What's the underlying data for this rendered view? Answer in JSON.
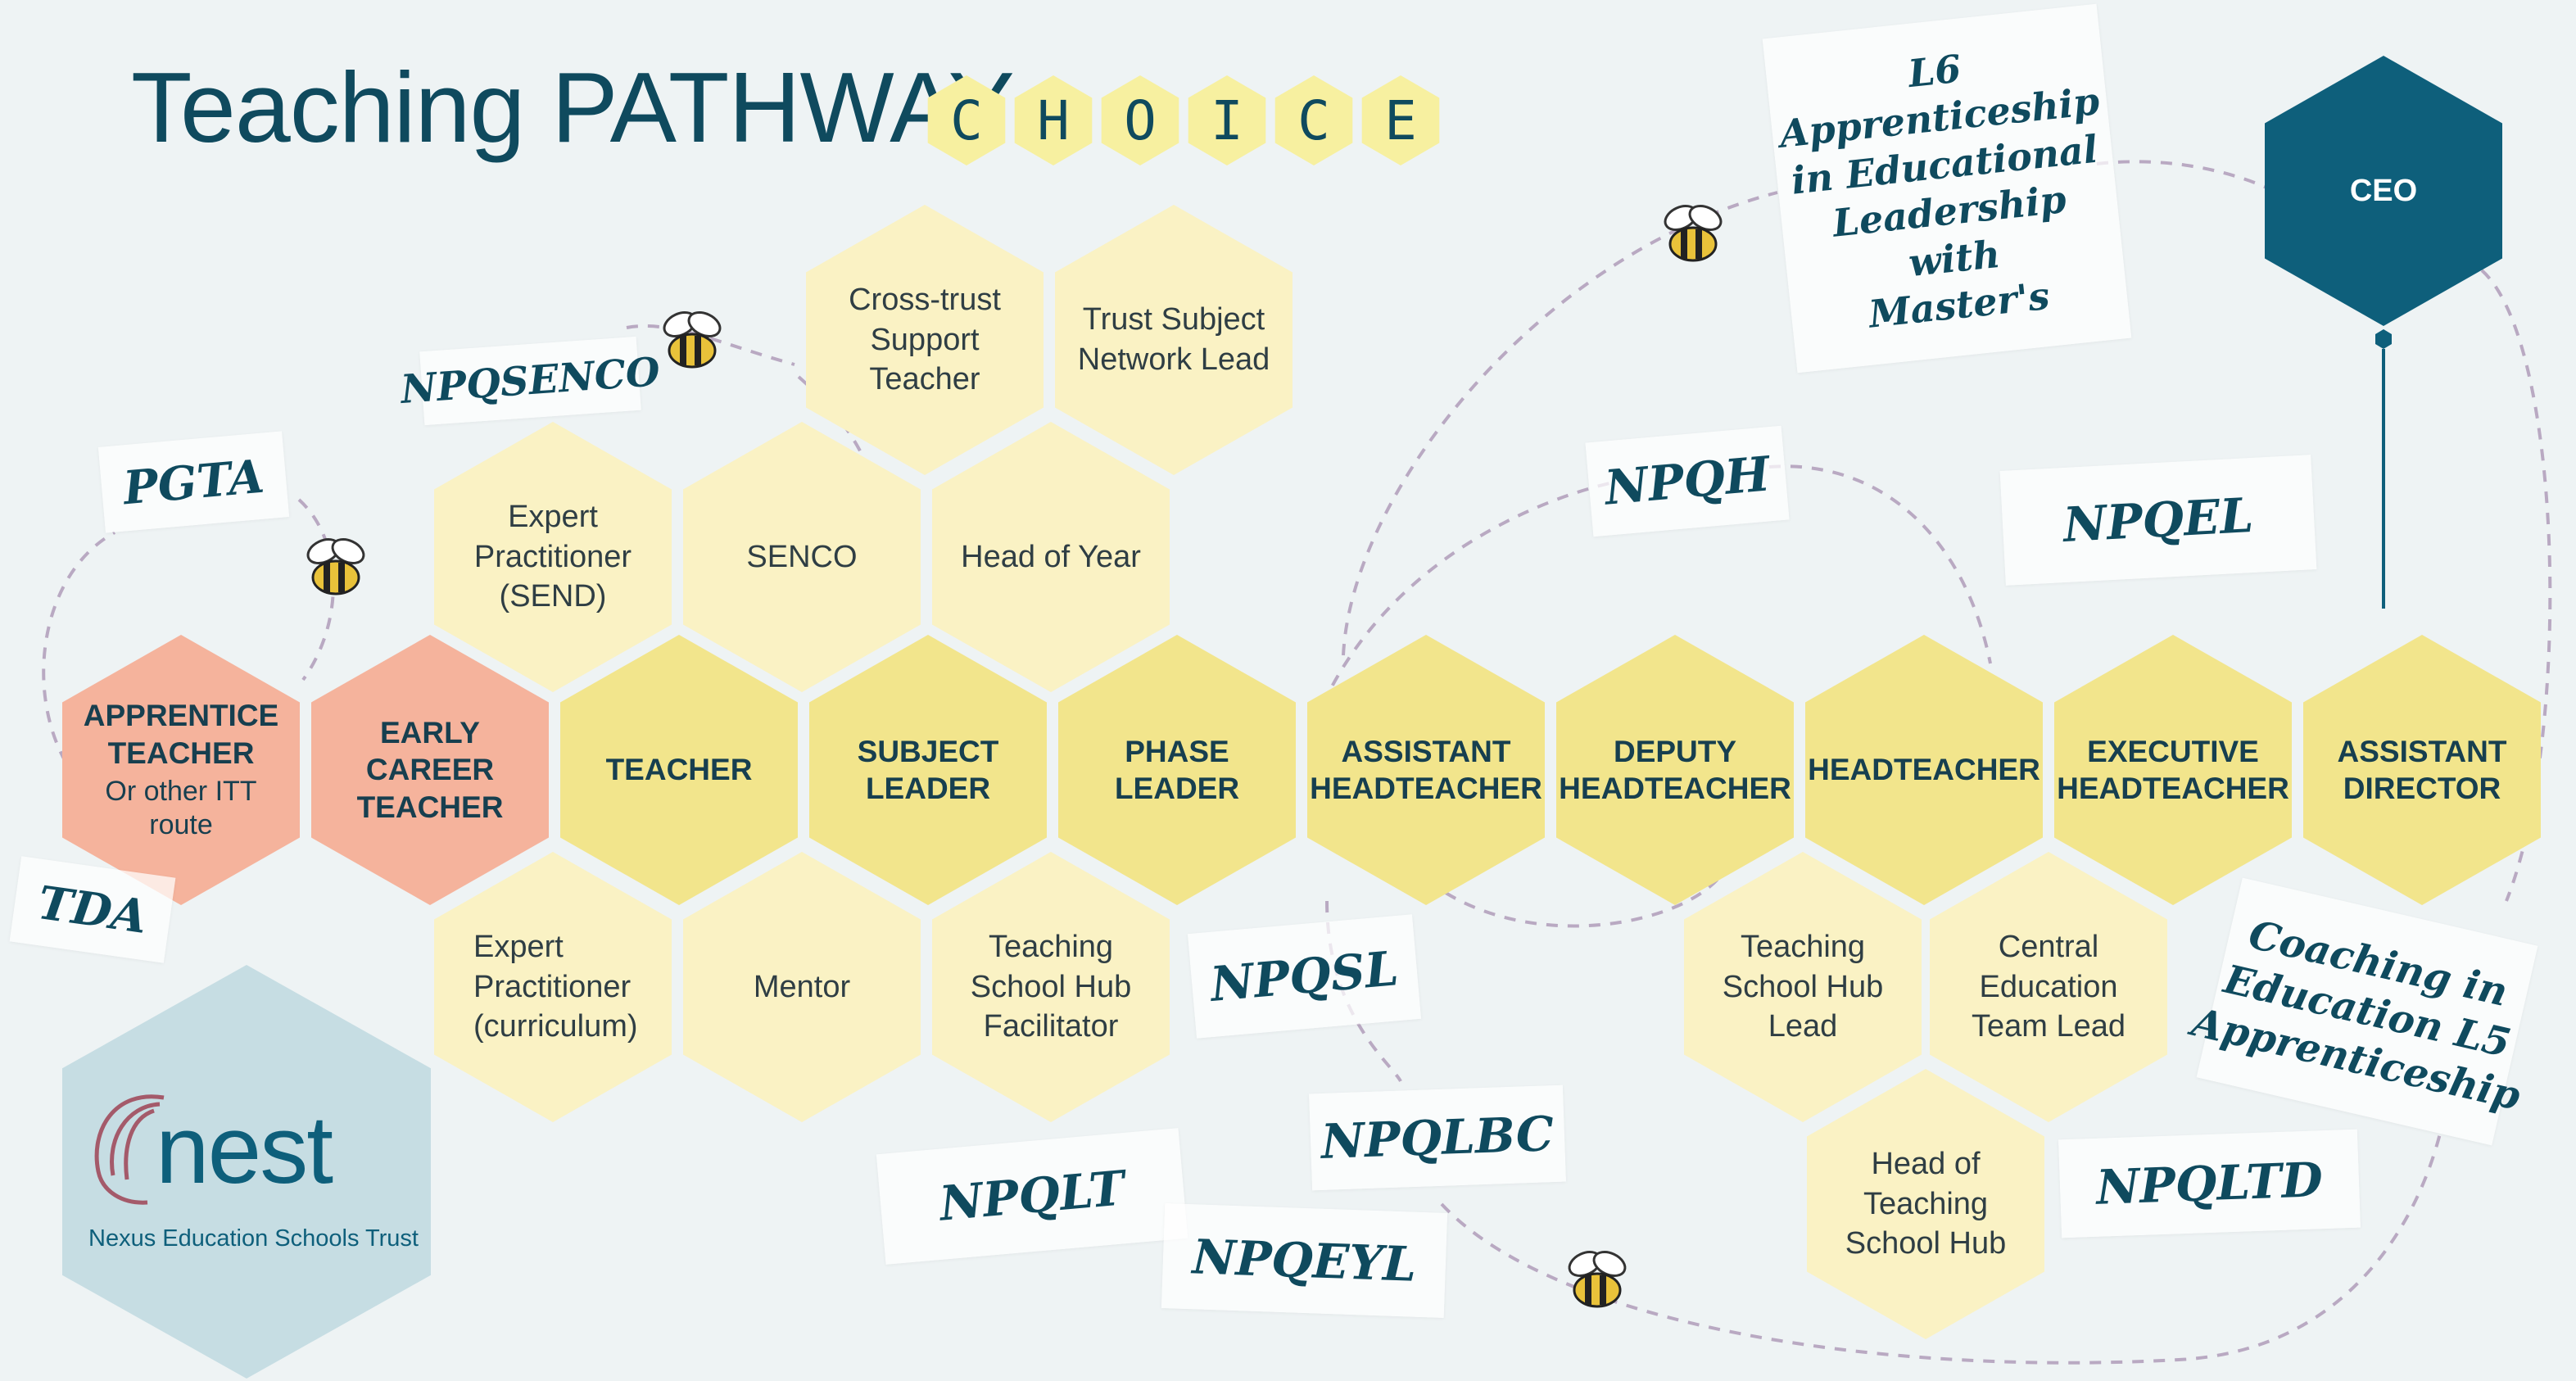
{
  "title": "Teaching PATHWAY",
  "title_letters": [
    "C",
    "H",
    "O",
    "I",
    "C",
    "E"
  ],
  "roles": {
    "apprentice": "APPRENTICE TEACHER",
    "apprentice_sub": "Or other ITT route",
    "ect": "EARLY CAREER TEACHER",
    "teacher": "TEACHER",
    "subject_leader": "SUBJECT LEADER",
    "phase_leader": "PHASE LEADER",
    "assistant_head": "ASSISTANT HEADTEACHER",
    "deputy_head": "DEPUTY HEADTEACHER",
    "headteacher": "HEADTEACHER",
    "executive_head": "EXECUTIVE HEADTEACHER",
    "assistant_director": "ASSISTANT DIRECTOR",
    "ceo": "CEO"
  },
  "specialisms": {
    "cross_trust": "Cross-trust Support Teacher",
    "trust_subject": "Trust Subject Network Lead",
    "expert_send": "Expert Practitioner (SEND)",
    "senco": "SENCO",
    "head_of_year": "Head of Year",
    "expert_curriculum": "Expert Practitioner (curriculum)",
    "mentor": "Mentor",
    "tsh_facilitator": "Teaching School Hub Facilitator",
    "tsh_lead": "Teaching School Hub Lead",
    "central_ed": "Central Education Team Lead",
    "head_of_tsh": "Head of Teaching School Hub"
  },
  "qualifications": {
    "pgta": "PGTA",
    "tda": "TDA",
    "npqsenco": "NPQSENCO",
    "l6": "L6\nApprenticeship\nin Educational\nLeadership with\nMaster's",
    "npqh": "NPQH",
    "npqel": "NPQEL",
    "npqsl": "NPQSL",
    "npqlbc": "NPQLBC",
    "npqlt": "NPQLT",
    "npqeyl": "NPQEYL",
    "npqltd": "NPQLTD",
    "coaching": "Coaching in\nEducation L5\nApprenticeship"
  },
  "logo": {
    "name": "nest",
    "caption": "Nexus Education Schools Trust"
  },
  "colors": {
    "title": "#0f4a5e",
    "role_yellow": "#f2e58c",
    "role_salmon": "#f5b39c",
    "spec_cream": "#faf2c4",
    "ceo_teal": "#0e5f7b",
    "background": "#eef3f4",
    "path_dash": "#b9a9c2"
  }
}
